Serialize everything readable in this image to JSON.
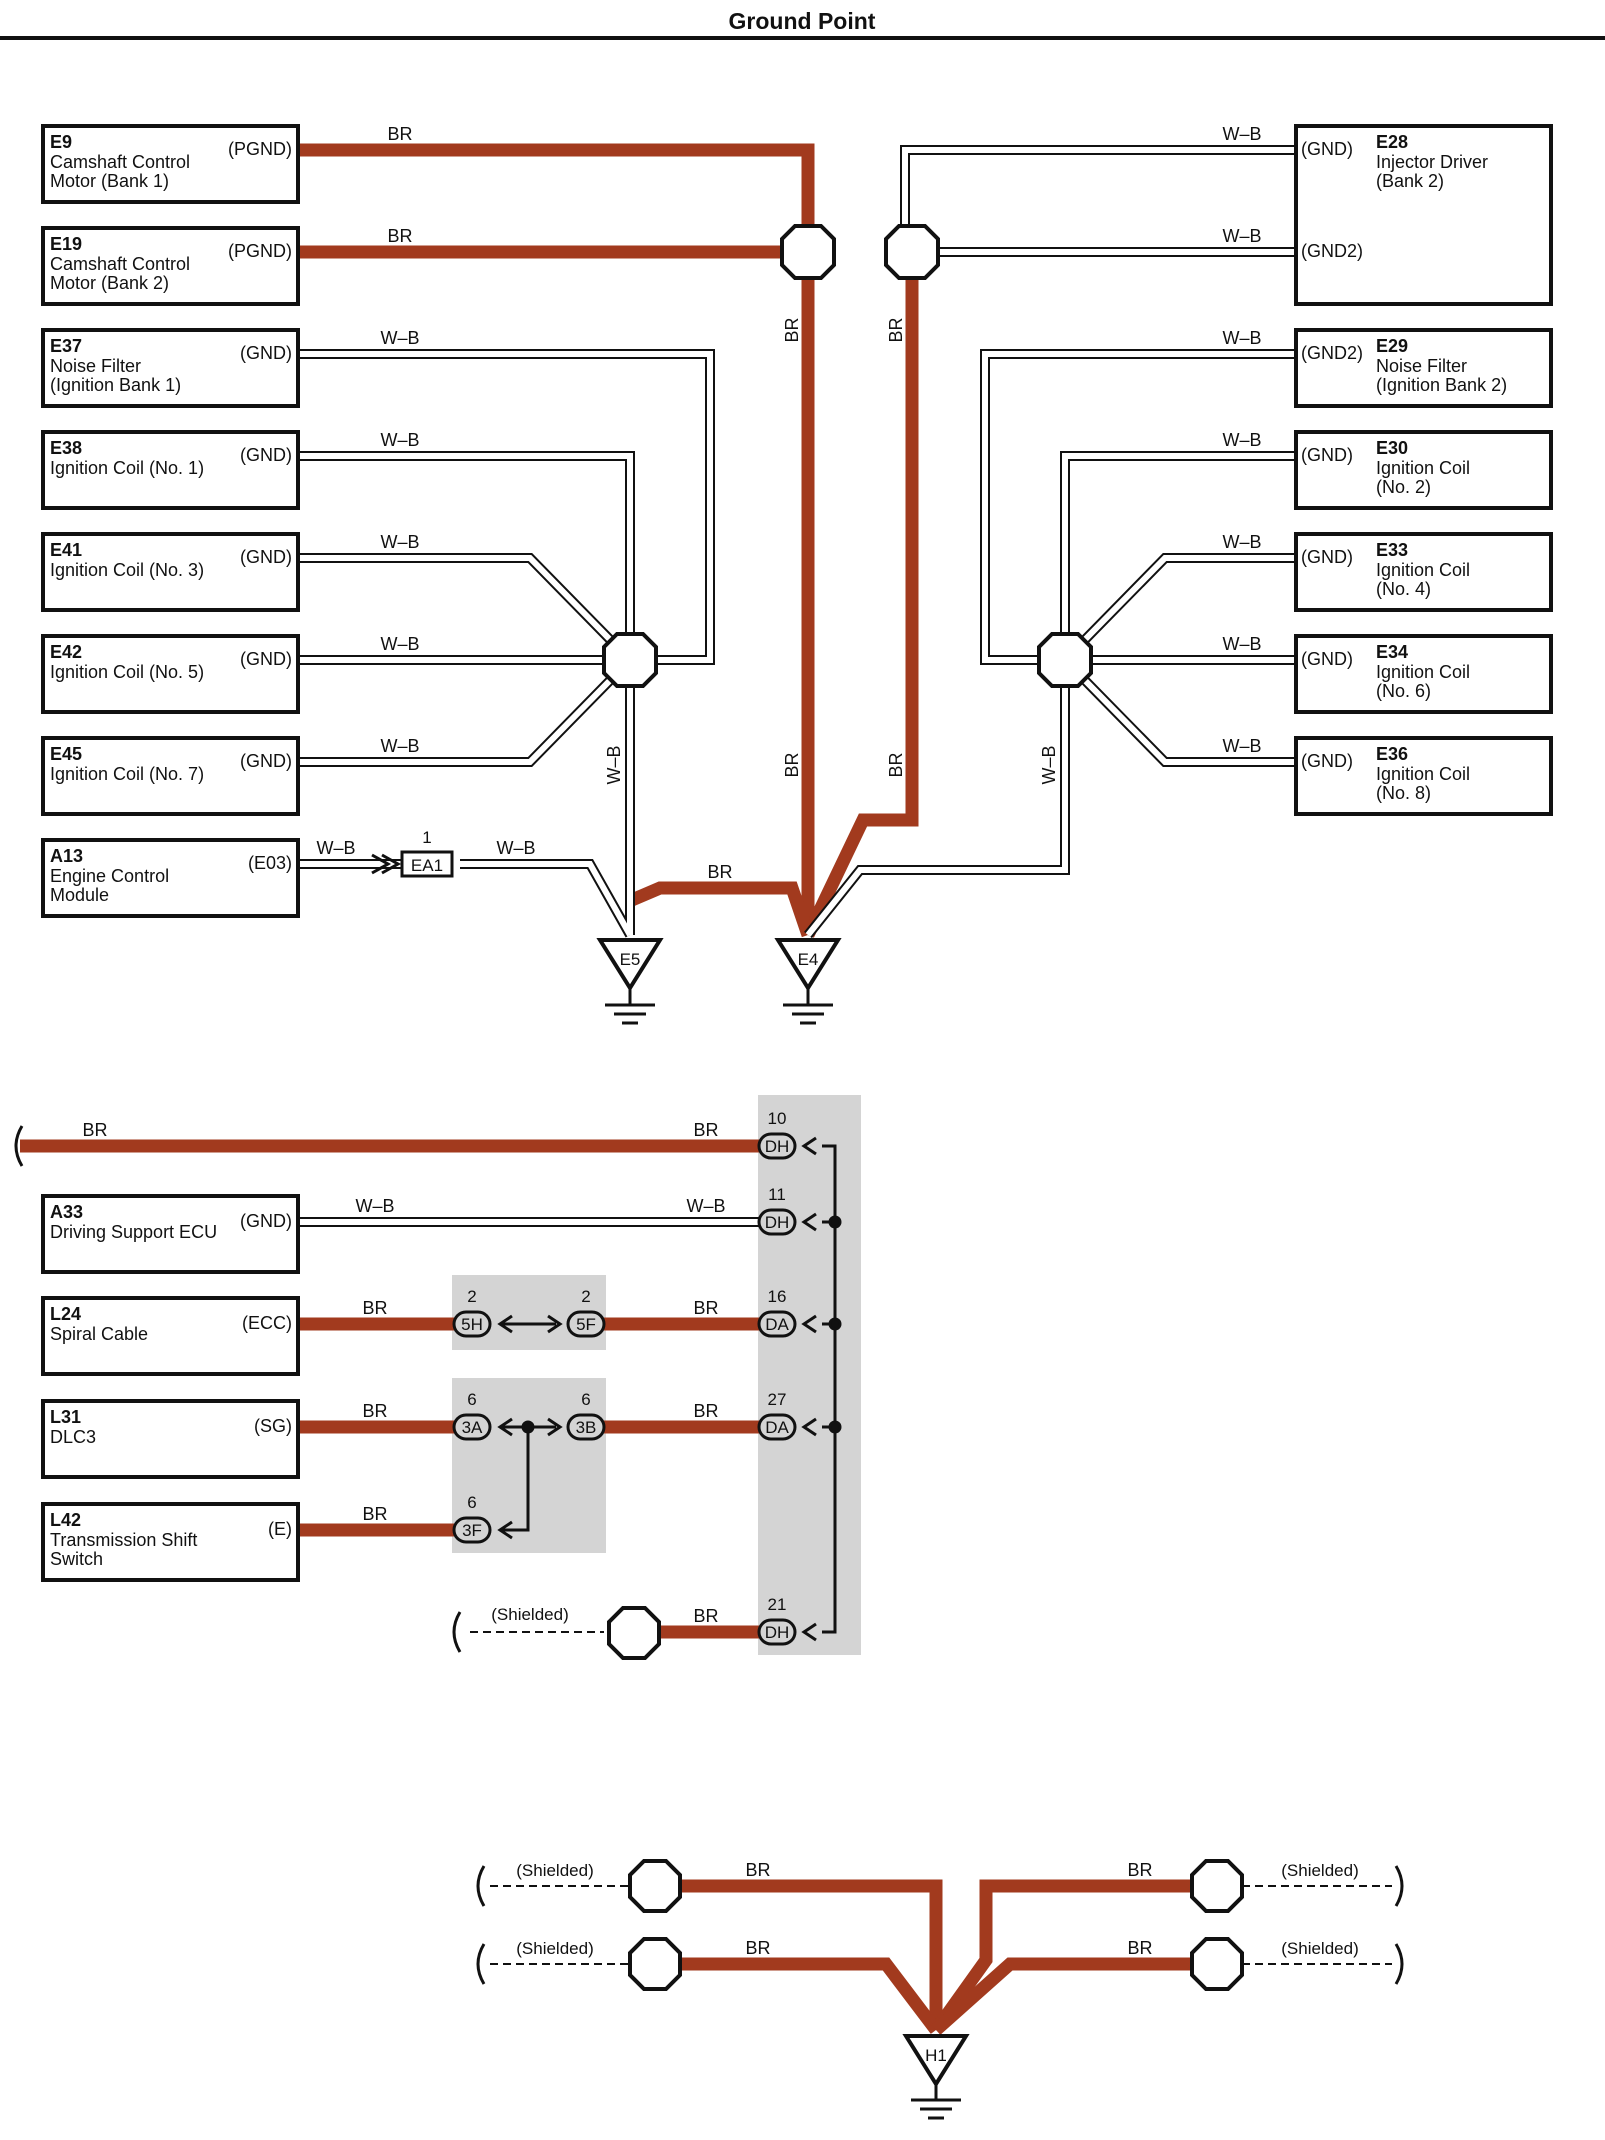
{
  "title": "Ground Point",
  "wire_colors": {
    "BR": "#a23a1e",
    "W-B": "#ffffff"
  },
  "left_components": [
    {
      "id": "E9",
      "code": "E9",
      "lines": [
        "Camshaft Control",
        "Motor (Bank 1)"
      ],
      "pin": "(PGND)",
      "wire": "BR"
    },
    {
      "id": "E19",
      "code": "E19",
      "lines": [
        "Camshaft Control",
        "Motor (Bank 2)"
      ],
      "pin": "(PGND)",
      "wire": "BR"
    },
    {
      "id": "E37",
      "code": "E37",
      "lines": [
        "Noise Filter",
        "(Ignition Bank 1)"
      ],
      "pin": "(GND)",
      "wire": "W–B"
    },
    {
      "id": "E38",
      "code": "E38",
      "lines": [
        "Ignition Coil (No. 1)"
      ],
      "pin": "(GND)",
      "wire": "W–B"
    },
    {
      "id": "E41",
      "code": "E41",
      "lines": [
        "Ignition Coil (No. 3)"
      ],
      "pin": "(GND)",
      "wire": "W–B"
    },
    {
      "id": "E42",
      "code": "E42",
      "lines": [
        "Ignition Coil (No. 5)"
      ],
      "pin": "(GND)",
      "wire": "W–B"
    },
    {
      "id": "E45",
      "code": "E45",
      "lines": [
        "Ignition Coil (No. 7)"
      ],
      "pin": "(GND)",
      "wire": "W–B"
    },
    {
      "id": "A13",
      "code": "A13",
      "lines": [
        "Engine Control",
        "Module"
      ],
      "pin": "(E03)",
      "wire": "W–B"
    }
  ],
  "right_components": [
    {
      "id": "E28",
      "code": "E28",
      "lines": [
        "Injector Driver",
        "(Bank 2)"
      ],
      "pins": [
        "(GND)",
        "(GND2)"
      ],
      "wire": "W–B"
    },
    {
      "id": "E29",
      "code": "E29",
      "lines": [
        "Noise Filter",
        "(Ignition Bank 2)"
      ],
      "pins": [
        "(GND2)"
      ],
      "wire": "W–B"
    },
    {
      "id": "E30",
      "code": "E30",
      "lines": [
        "Ignition Coil",
        "(No. 2)"
      ],
      "pins": [
        "(GND)"
      ],
      "wire": "W–B"
    },
    {
      "id": "E33",
      "code": "E33",
      "lines": [
        "Ignition Coil",
        "(No. 4)"
      ],
      "pins": [
        "(GND)"
      ],
      "wire": "W–B"
    },
    {
      "id": "E34",
      "code": "E34",
      "lines": [
        "Ignition Coil",
        "(No. 6)"
      ],
      "pins": [
        "(GND)"
      ],
      "wire": "W–B"
    },
    {
      "id": "E36",
      "code": "E36",
      "lines": [
        "Ignition Coil",
        "(No. 8)"
      ],
      "pins": [
        "(GND)"
      ],
      "wire": "W–B"
    }
  ],
  "inline_connector": {
    "code": "EA1",
    "pin": "1"
  },
  "grounds": [
    {
      "id": "E5",
      "label": "E5"
    },
    {
      "id": "E4",
      "label": "E4"
    },
    {
      "id": "H1",
      "label": "H1"
    }
  ],
  "wire_labels": {
    "br": "BR",
    "wb": "W–B"
  },
  "middle_components": [
    {
      "id": "A33",
      "code": "A33",
      "lines": [
        "Driving Support ECU"
      ],
      "pin": "(GND)"
    },
    {
      "id": "L24",
      "code": "L24",
      "lines": [
        "Spiral Cable"
      ],
      "pin": "(ECC)"
    },
    {
      "id": "L31",
      "code": "L31",
      "lines": [
        "DLC3"
      ],
      "pin": "(SG)"
    },
    {
      "id": "L42",
      "code": "L42",
      "lines": [
        "Transmission Shift",
        "Switch"
      ],
      "pin": "(E)"
    }
  ],
  "junction_pins": [
    {
      "num": "10",
      "code": "DH"
    },
    {
      "num": "11",
      "code": "DH"
    },
    {
      "num": "16",
      "code": "DA"
    },
    {
      "num": "27",
      "code": "DA"
    },
    {
      "num": "21",
      "code": "DH"
    }
  ],
  "mid_connectors": [
    {
      "num": "2",
      "code": "5H"
    },
    {
      "num": "2",
      "code": "5F"
    },
    {
      "num": "6",
      "code": "3A"
    },
    {
      "num": "6",
      "code": "3B"
    },
    {
      "num": "6",
      "code": "3F"
    }
  ],
  "shielded_label": "(Shielded)"
}
